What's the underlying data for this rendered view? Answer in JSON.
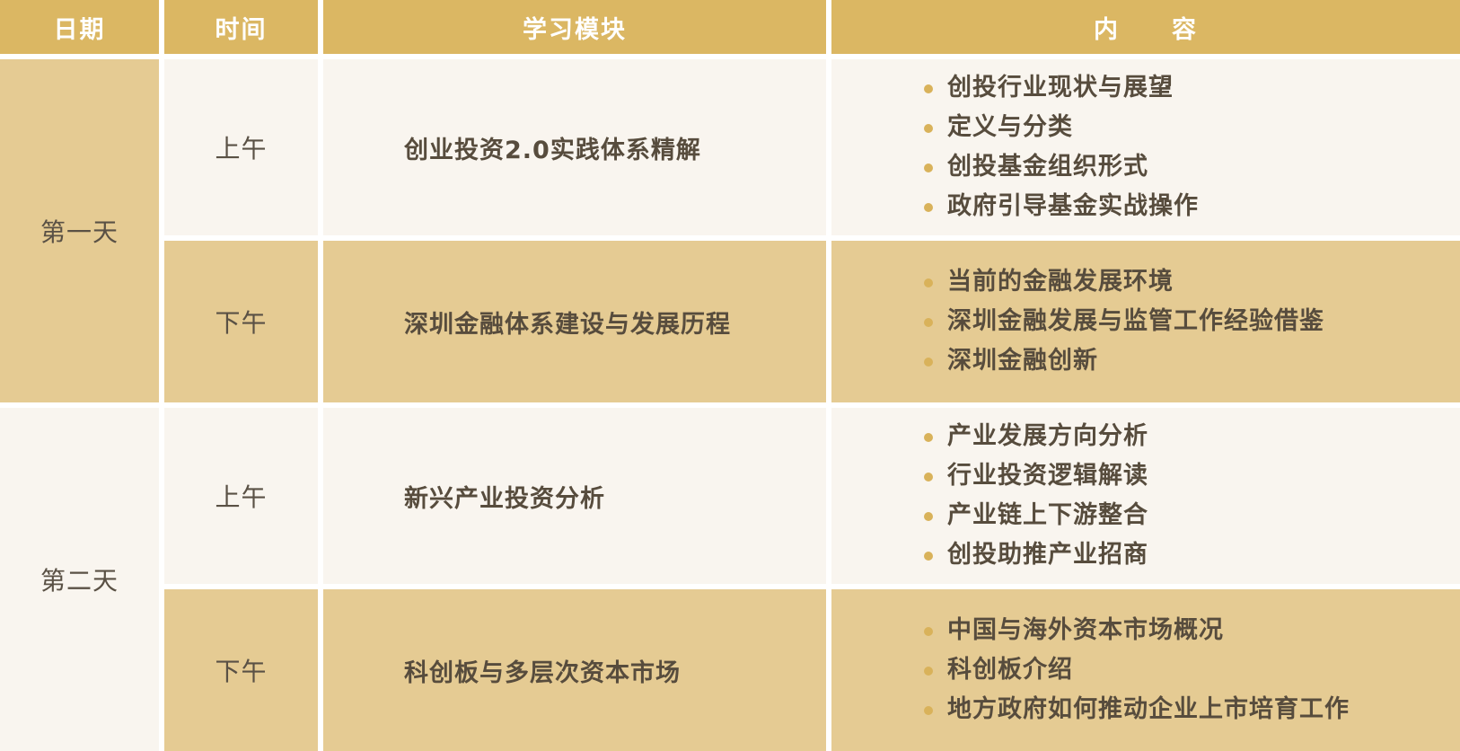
{
  "header": {
    "date": "日期",
    "time": "时间",
    "module": "学习模块",
    "content": "内　　容"
  },
  "days": [
    {
      "label": "第一天",
      "sessions": [
        {
          "time": "上午",
          "module": "创业投资2.0实践体系精解",
          "items": [
            "创投行业现状与展望",
            "定义与分类",
            "创投基金组织形式",
            "政府引导基金实战操作"
          ]
        },
        {
          "time": "下午",
          "module": "深圳金融体系建设与发展历程",
          "items": [
            "当前的金融发展环境",
            "深圳金融发展与监管工作经验借鉴",
            "深圳金融创新"
          ]
        }
      ]
    },
    {
      "label": "第二天",
      "sessions": [
        {
          "time": "上午",
          "module": "新兴产业投资分析",
          "items": [
            "产业发展方向分析",
            "行业投资逻辑解读",
            "产业链上下游整合",
            "创投助推产业招商"
          ]
        },
        {
          "time": "下午",
          "module": "科创板与多层次资本市场",
          "items": [
            "中国与海外资本市场概况",
            "科创板介绍",
            "地方政府如何推动企业上市培育工作"
          ]
        }
      ]
    }
  ],
  "colors": {
    "header": "#dbb763",
    "gold": "#e5cb93",
    "cream": "#f9f5ef",
    "bullet": "#d9b25a",
    "text": "#574c3d"
  }
}
